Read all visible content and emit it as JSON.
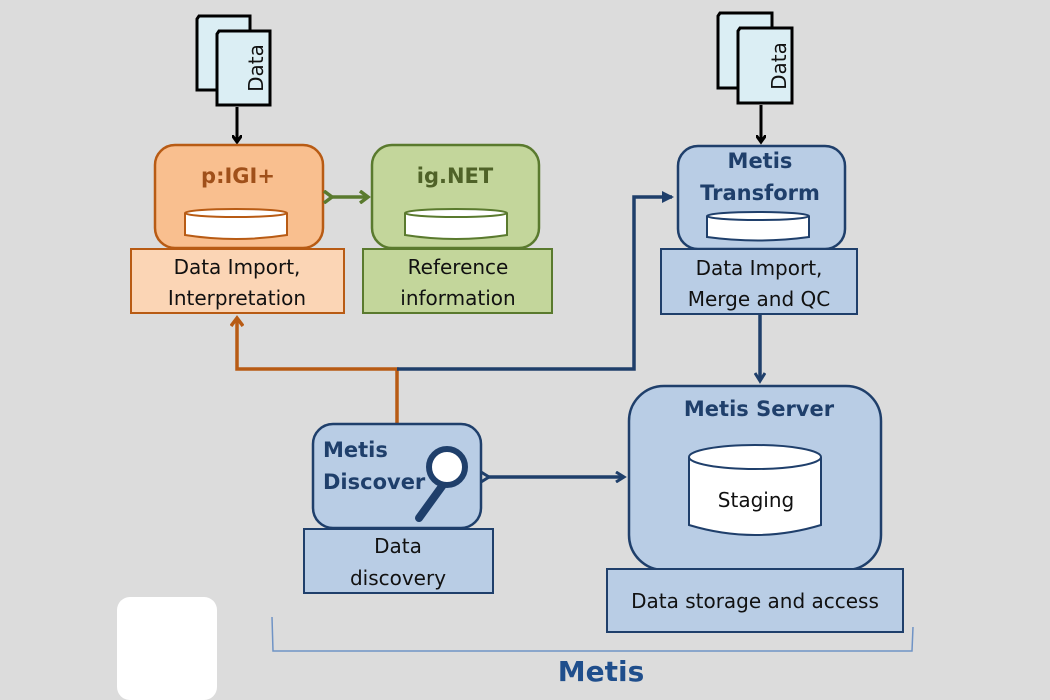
{
  "documents": [
    {
      "label": "Data"
    },
    {
      "label": "Data"
    }
  ],
  "nodes": {
    "pigi": {
      "title": "p:IGI+",
      "caption_line1": "Data Import,",
      "caption_line2": "Interpretation"
    },
    "ignet": {
      "title": "ig.NET",
      "caption_line1": "Reference",
      "caption_line2": "information"
    },
    "transform": {
      "title_line1": "Metis",
      "title_line2": "Transform",
      "caption_line1": "Data Import,",
      "caption_line2": "Merge and QC"
    },
    "discover": {
      "title_line1": "Metis",
      "title_line2": "Discover",
      "caption_line1": "Data",
      "caption_line2": "discovery"
    },
    "server": {
      "title": "Metis Server",
      "db_label": "Staging",
      "caption": "Data storage and access"
    }
  },
  "group_label": "Metis",
  "colors": {
    "background": "#dcdcdc",
    "orange_fill": "#f9bf8f",
    "orange_caption": "#fbd5b5",
    "orange_stroke": "#b85b14",
    "orange_text": "#a0501a",
    "green_fill": "#c3d69b",
    "green_stroke": "#5a7a2e",
    "green_text": "#4f6228",
    "blue_fill": "#b9cde5",
    "blue_stroke": "#1f3f6b",
    "blue_text": "#1f3f6b",
    "doc_fill": "#dbeef4"
  }
}
